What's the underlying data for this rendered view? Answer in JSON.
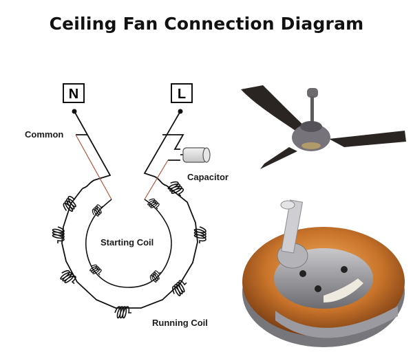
{
  "title": "Ceiling Fan Connection Diagram",
  "terminals": {
    "neutral": "N",
    "live": "L"
  },
  "labels": {
    "common": "Common",
    "capacitor": "Capacitor",
    "starting_coil": "Starting Coil",
    "running_coil": "Running Coil"
  },
  "images": {
    "ceiling_fan": "ceiling-fan-photo",
    "stator": "fan-motor-stator-photo"
  },
  "colors": {
    "wire": "#111111",
    "red_wire": "#b5543e",
    "copper": "#c87a2c",
    "blade": "#2a2422"
  }
}
